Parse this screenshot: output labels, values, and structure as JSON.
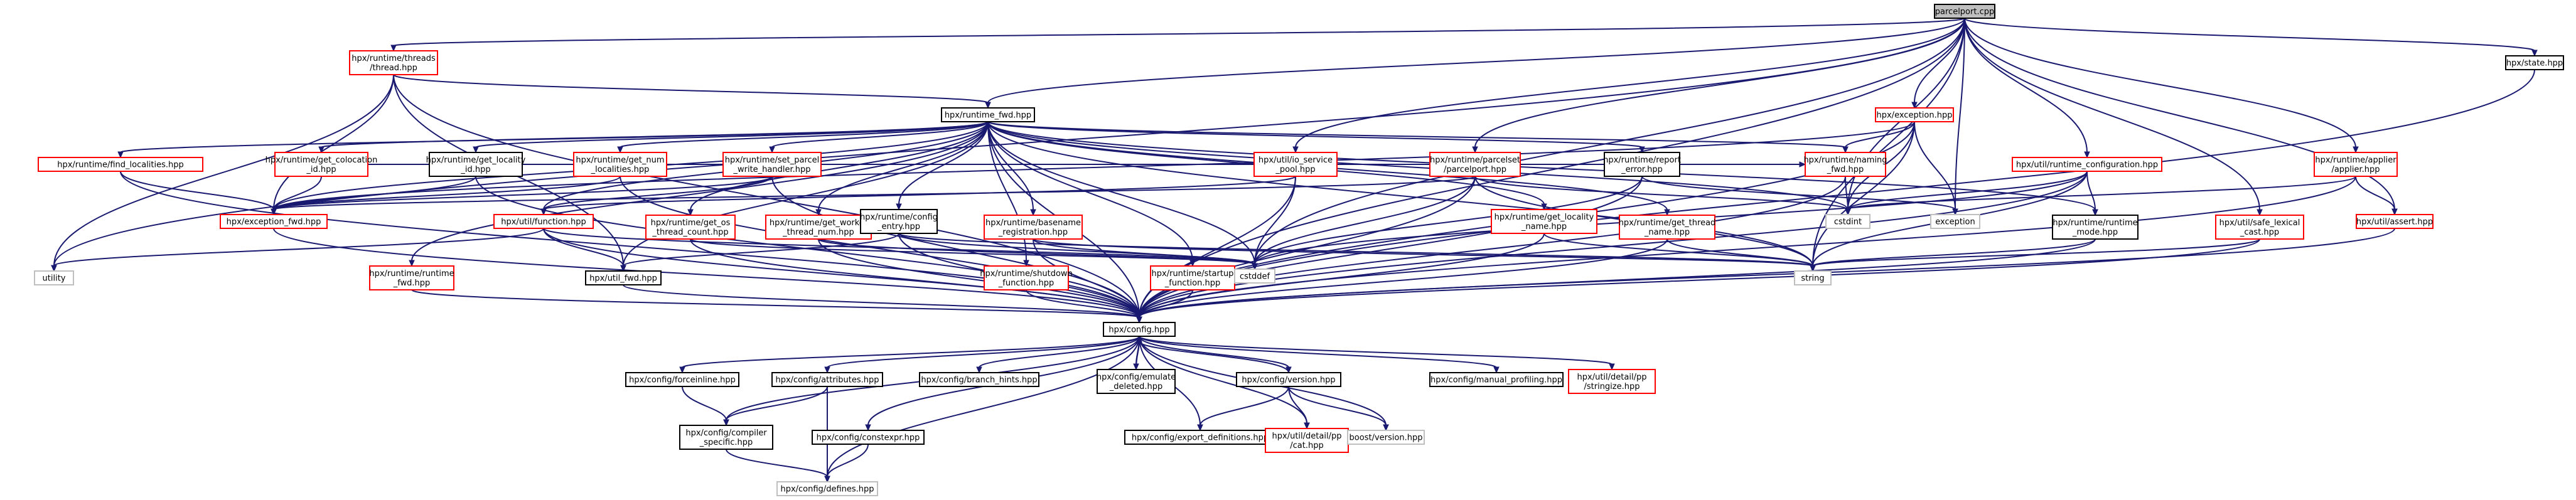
{
  "diagram": {
    "type": "include-dependency-graph",
    "colors": {
      "edge": "#191970",
      "documented_border": "#000000",
      "undocumented_border": "#ff0000",
      "system_border": "#bfbfbf",
      "root_fill": "#bfbfbf"
    },
    "nodes": [
      {
        "id": "root",
        "lines": [
          "parcelport.cpp"
        ],
        "kind": "root"
      },
      {
        "id": "threads",
        "lines": [
          "hpx/runtime/threads",
          "/thread.hpp"
        ],
        "kind": "red"
      },
      {
        "id": "state",
        "lines": [
          "hpx/state.hpp"
        ],
        "kind": "black"
      },
      {
        "id": "rfwd",
        "lines": [
          "hpx/runtime_fwd.hpp"
        ],
        "kind": "black"
      },
      {
        "id": "exc",
        "lines": [
          "hpx/exception.hpp"
        ],
        "kind": "red"
      },
      {
        "id": "findloc",
        "lines": [
          "hpx/runtime/find_localities.hpp"
        ],
        "kind": "red"
      },
      {
        "id": "getcoloc",
        "lines": [
          "hpx/runtime/get_colocation",
          "_id.hpp"
        ],
        "kind": "red"
      },
      {
        "id": "getlocid",
        "lines": [
          "hpx/runtime/get_locality",
          "_id.hpp"
        ],
        "kind": "black"
      },
      {
        "id": "getnumloc",
        "lines": [
          "hpx/runtime/get_num",
          "_localities.hpp"
        ],
        "kind": "red"
      },
      {
        "id": "setparcel",
        "lines": [
          "hpx/runtime/set_parcel",
          "_write_handler.hpp"
        ],
        "kind": "red"
      },
      {
        "id": "iosvc",
        "lines": [
          "hpx/util/io_service",
          "_pool.hpp"
        ],
        "kind": "red"
      },
      {
        "id": "pport",
        "lines": [
          "hpx/runtime/parcelset",
          "/parcelport.hpp"
        ],
        "kind": "red"
      },
      {
        "id": "reporterr",
        "lines": [
          "hpx/runtime/report",
          "_error.hpp"
        ],
        "kind": "black"
      },
      {
        "id": "naming",
        "lines": [
          "hpx/runtime/naming",
          "_fwd.hpp"
        ],
        "kind": "red"
      },
      {
        "id": "rtconf",
        "lines": [
          "hpx/util/runtime_configuration.hpp"
        ],
        "kind": "red"
      },
      {
        "id": "applier",
        "lines": [
          "hpx/runtime/applier",
          "/applier.hpp"
        ],
        "kind": "red"
      },
      {
        "id": "excfwd",
        "lines": [
          "hpx/exception_fwd.hpp"
        ],
        "kind": "red"
      },
      {
        "id": "function",
        "lines": [
          "hpx/util/function.hpp"
        ],
        "kind": "red"
      },
      {
        "id": "getosthr",
        "lines": [
          "hpx/runtime/get_os",
          "_thread_count.hpp"
        ],
        "kind": "red"
      },
      {
        "id": "getworker",
        "lines": [
          "hpx/runtime/get_worker",
          "_thread_num.hpp"
        ],
        "kind": "red"
      },
      {
        "id": "cfgentry",
        "lines": [
          "hpx/runtime/config",
          "_entry.hpp"
        ],
        "kind": "black"
      },
      {
        "id": "basename",
        "lines": [
          "hpx/runtime/basename",
          "_registration.hpp"
        ],
        "kind": "red"
      },
      {
        "id": "getlocname",
        "lines": [
          "hpx/runtime/get_locality",
          "_name.hpp"
        ],
        "kind": "red"
      },
      {
        "id": "getthrname",
        "lines": [
          "hpx/runtime/get_thread",
          "_name.hpp"
        ],
        "kind": "red"
      },
      {
        "id": "cstdint",
        "lines": [
          "cstdint"
        ],
        "kind": "gray"
      },
      {
        "id": "exception",
        "lines": [
          "exception"
        ],
        "kind": "gray"
      },
      {
        "id": "rtmode",
        "lines": [
          "hpx/runtime/runtime",
          "_mode.hpp"
        ],
        "kind": "black"
      },
      {
        "id": "safelex",
        "lines": [
          "hpx/util/safe_lexical",
          "_cast.hpp"
        ],
        "kind": "red"
      },
      {
        "id": "assert",
        "lines": [
          "hpx/util/assert.hpp"
        ],
        "kind": "red"
      },
      {
        "id": "utility",
        "lines": [
          "utility"
        ],
        "kind": "gray"
      },
      {
        "id": "rtfwd2",
        "lines": [
          "hpx/runtime/runtime",
          "_fwd.hpp"
        ],
        "kind": "red"
      },
      {
        "id": "utilfwd",
        "lines": [
          "hpx/util_fwd.hpp"
        ],
        "kind": "black"
      },
      {
        "id": "shutdown",
        "lines": [
          "hpx/runtime/shutdown",
          "_function.hpp"
        ],
        "kind": "red"
      },
      {
        "id": "startup",
        "lines": [
          "hpx/runtime/startup",
          "_function.hpp"
        ],
        "kind": "red"
      },
      {
        "id": "cstddef",
        "lines": [
          "cstddef"
        ],
        "kind": "gray"
      },
      {
        "id": "string",
        "lines": [
          "string"
        ],
        "kind": "gray"
      },
      {
        "id": "config",
        "lines": [
          "hpx/config.hpp"
        ],
        "kind": "black"
      },
      {
        "id": "forceinline",
        "lines": [
          "hpx/config/forceinline.hpp"
        ],
        "kind": "black"
      },
      {
        "id": "attributes",
        "lines": [
          "hpx/config/attributes.hpp"
        ],
        "kind": "black"
      },
      {
        "id": "branch",
        "lines": [
          "hpx/config/branch_hints.hpp"
        ],
        "kind": "black"
      },
      {
        "id": "emulate",
        "lines": [
          "hpx/config/emulate",
          "_deleted.hpp"
        ],
        "kind": "black"
      },
      {
        "id": "version",
        "lines": [
          "hpx/config/version.hpp"
        ],
        "kind": "black"
      },
      {
        "id": "profiling",
        "lines": [
          "hpx/config/manual_profiling.hpp"
        ],
        "kind": "black"
      },
      {
        "id": "stringize",
        "lines": [
          "hpx/util/detail/pp",
          "/stringize.hpp"
        ],
        "kind": "red"
      },
      {
        "id": "compiler",
        "lines": [
          "hpx/config/compiler",
          "_specific.hpp"
        ],
        "kind": "black"
      },
      {
        "id": "constexpr",
        "lines": [
          "hpx/config/constexpr.hpp"
        ],
        "kind": "black"
      },
      {
        "id": "exportdef",
        "lines": [
          "hpx/config/export_definitions.hpp"
        ],
        "kind": "black"
      },
      {
        "id": "cat",
        "lines": [
          "hpx/util/detail/pp",
          "/cat.hpp"
        ],
        "kind": "red"
      },
      {
        "id": "boostver",
        "lines": [
          "boost/version.hpp"
        ],
        "kind": "gray"
      },
      {
        "id": "defines",
        "lines": [
          "hpx/config/defines.hpp"
        ],
        "kind": "gray"
      }
    ],
    "edges": [
      [
        "root",
        "threads"
      ],
      [
        "root",
        "state"
      ],
      [
        "root",
        "rfwd"
      ],
      [
        "root",
        "exc"
      ],
      [
        "root",
        "iosvc"
      ],
      [
        "root",
        "pport"
      ],
      [
        "root",
        "rtconf"
      ],
      [
        "root",
        "applier"
      ],
      [
        "root",
        "safelex"
      ],
      [
        "root",
        "assert"
      ],
      [
        "root",
        "cstdint"
      ],
      [
        "root",
        "cstddef"
      ],
      [
        "root",
        "string"
      ],
      [
        "root",
        "exception"
      ],
      [
        "root",
        "utility"
      ],
      [
        "root",
        "config"
      ],
      [
        "threads",
        "rfwd"
      ],
      [
        "threads",
        "excfwd"
      ],
      [
        "threads",
        "utility"
      ],
      [
        "threads",
        "config"
      ],
      [
        "threads",
        "utilfwd"
      ],
      [
        "state",
        "config"
      ],
      [
        "rfwd",
        "findloc"
      ],
      [
        "rfwd",
        "getcoloc"
      ],
      [
        "rfwd",
        "getlocid"
      ],
      [
        "rfwd",
        "getnumloc"
      ],
      [
        "rfwd",
        "setparcel"
      ],
      [
        "rfwd",
        "reporterr"
      ],
      [
        "rfwd",
        "naming"
      ],
      [
        "rfwd",
        "excfwd"
      ],
      [
        "rfwd",
        "function"
      ],
      [
        "rfwd",
        "getosthr"
      ],
      [
        "rfwd",
        "getworker"
      ],
      [
        "rfwd",
        "cfgentry"
      ],
      [
        "rfwd",
        "basename"
      ],
      [
        "rfwd",
        "getlocname"
      ],
      [
        "rfwd",
        "getthrname"
      ],
      [
        "rfwd",
        "rtfwd2"
      ],
      [
        "rfwd",
        "utilfwd"
      ],
      [
        "rfwd",
        "shutdown"
      ],
      [
        "rfwd",
        "startup"
      ],
      [
        "rfwd",
        "rtmode"
      ],
      [
        "rfwd",
        "cstdint"
      ],
      [
        "rfwd",
        "cstddef"
      ],
      [
        "rfwd",
        "string"
      ],
      [
        "rfwd",
        "config"
      ],
      [
        "exc",
        "excfwd"
      ],
      [
        "exc",
        "naming"
      ],
      [
        "exc",
        "cstdint"
      ],
      [
        "exc",
        "exception"
      ],
      [
        "exc",
        "string"
      ],
      [
        "exc",
        "config"
      ],
      [
        "findloc",
        "excfwd"
      ],
      [
        "findloc",
        "config"
      ],
      [
        "getcoloc",
        "excfwd"
      ],
      [
        "getcoloc",
        "naming"
      ],
      [
        "getlocid",
        "excfwd"
      ],
      [
        "getlocid",
        "config"
      ],
      [
        "getnumloc",
        "excfwd"
      ],
      [
        "getnumloc",
        "config"
      ],
      [
        "setparcel",
        "excfwd"
      ],
      [
        "setparcel",
        "function"
      ],
      [
        "setparcel",
        "config"
      ],
      [
        "iosvc",
        "function"
      ],
      [
        "iosvc",
        "cstddef"
      ],
      [
        "iosvc",
        "config"
      ],
      [
        "pport",
        "excfwd"
      ],
      [
        "pport",
        "cstddef"
      ],
      [
        "pport",
        "cstdint"
      ],
      [
        "pport",
        "string"
      ],
      [
        "pport",
        "config"
      ],
      [
        "reporterr",
        "cstddef"
      ],
      [
        "reporterr",
        "exception"
      ],
      [
        "reporterr",
        "config"
      ],
      [
        "naming",
        "cstdint"
      ],
      [
        "naming",
        "config"
      ],
      [
        "rtconf",
        "cstdint"
      ],
      [
        "rtconf",
        "cstddef"
      ],
      [
        "rtconf",
        "string"
      ],
      [
        "rtconf",
        "rtmode"
      ],
      [
        "rtconf",
        "config"
      ],
      [
        "applier",
        "assert"
      ],
      [
        "applier",
        "cstdint"
      ],
      [
        "applier",
        "config"
      ],
      [
        "excfwd",
        "config"
      ],
      [
        "function",
        "utility"
      ],
      [
        "function",
        "utilfwd"
      ],
      [
        "function",
        "cstddef"
      ],
      [
        "function",
        "config"
      ],
      [
        "getosthr",
        "cstddef"
      ],
      [
        "getosthr",
        "config"
      ],
      [
        "getworker",
        "cstddef"
      ],
      [
        "getworker",
        "config"
      ],
      [
        "cfgentry",
        "utilfwd"
      ],
      [
        "cfgentry",
        "cstddef"
      ],
      [
        "cfgentry",
        "string"
      ],
      [
        "cfgentry",
        "config"
      ],
      [
        "basename",
        "cstddef"
      ],
      [
        "basename",
        "string"
      ],
      [
        "basename",
        "config"
      ],
      [
        "getlocname",
        "string"
      ],
      [
        "getlocname",
        "config"
      ],
      [
        "getthrname",
        "string"
      ],
      [
        "getthrname",
        "config"
      ],
      [
        "rtmode",
        "string"
      ],
      [
        "rtmode",
        "config"
      ],
      [
        "safelex",
        "string"
      ],
      [
        "safelex",
        "config"
      ],
      [
        "assert",
        "config"
      ],
      [
        "rtfwd2",
        "config"
      ],
      [
        "utilfwd",
        "config"
      ],
      [
        "shutdown",
        "config"
      ],
      [
        "startup",
        "config"
      ],
      [
        "config",
        "forceinline"
      ],
      [
        "config",
        "attributes"
      ],
      [
        "config",
        "branch"
      ],
      [
        "config",
        "emulate"
      ],
      [
        "config",
        "version"
      ],
      [
        "config",
        "profiling"
      ],
      [
        "config",
        "stringize"
      ],
      [
        "config",
        "compiler"
      ],
      [
        "config",
        "constexpr"
      ],
      [
        "config",
        "exportdef"
      ],
      [
        "config",
        "cat"
      ],
      [
        "config",
        "boostver"
      ],
      [
        "config",
        "defines"
      ],
      [
        "emulate",
        "config"
      ],
      [
        "version",
        "config"
      ],
      [
        "forceinline",
        "compiler"
      ],
      [
        "attributes",
        "compiler"
      ],
      [
        "attributes",
        "defines"
      ],
      [
        "compiler",
        "defines"
      ],
      [
        "constexpr",
        "defines"
      ],
      [
        "version",
        "exportdef"
      ],
      [
        "version",
        "cat"
      ],
      [
        "version",
        "boostver"
      ]
    ]
  }
}
